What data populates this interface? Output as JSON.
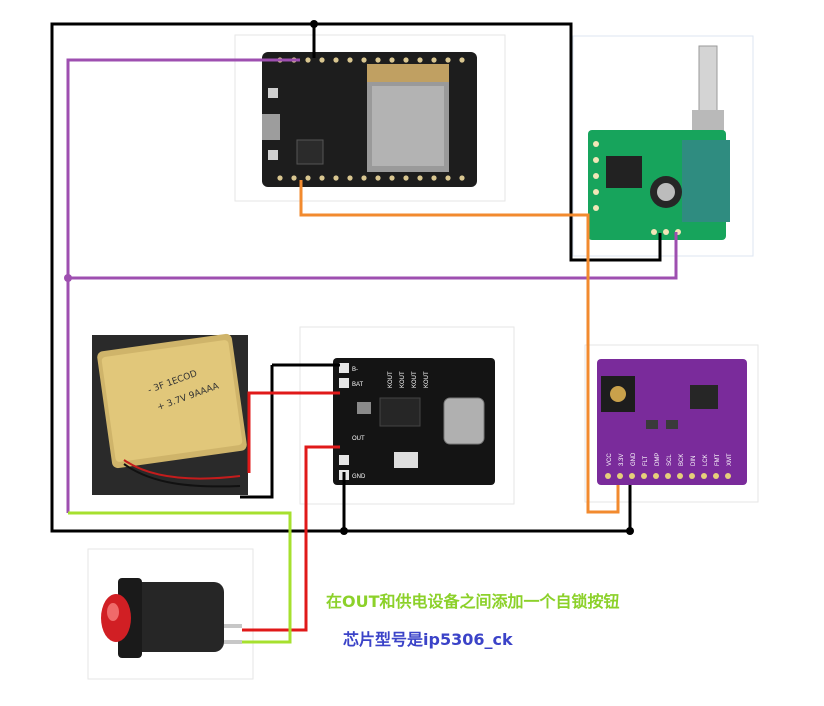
{
  "annotations": {
    "button_note": "在OUT和供电设备之间添加一个自锁按钮",
    "chip_note": "芯片型号是ip5306_ck"
  },
  "battery": {
    "label_line1": "- 3F  1ECOD",
    "label_line2": "+ 3.7V 9AAAA"
  },
  "charger": {
    "pins_left": [
      "B-",
      "BAT",
      "OUT",
      "GND"
    ],
    "pins_top": [
      "KOUT",
      "KOUT",
      "KOUT",
      "KOUT"
    ]
  },
  "dac": {
    "pins": [
      "VCC",
      "3.3V",
      "GND",
      "FLT",
      "DMP",
      "SCL",
      "BCK",
      "DIN",
      "LCK",
      "FMT",
      "XMT"
    ]
  },
  "colors": {
    "wire_black": "#000000",
    "wire_purple": "#9e4fb0",
    "wire_orange": "#f28a2e",
    "wire_red": "#e01919",
    "wire_lime": "#a6e02e",
    "annotation_green": "#8cd12a",
    "annotation_blue": "#3b43c8"
  }
}
